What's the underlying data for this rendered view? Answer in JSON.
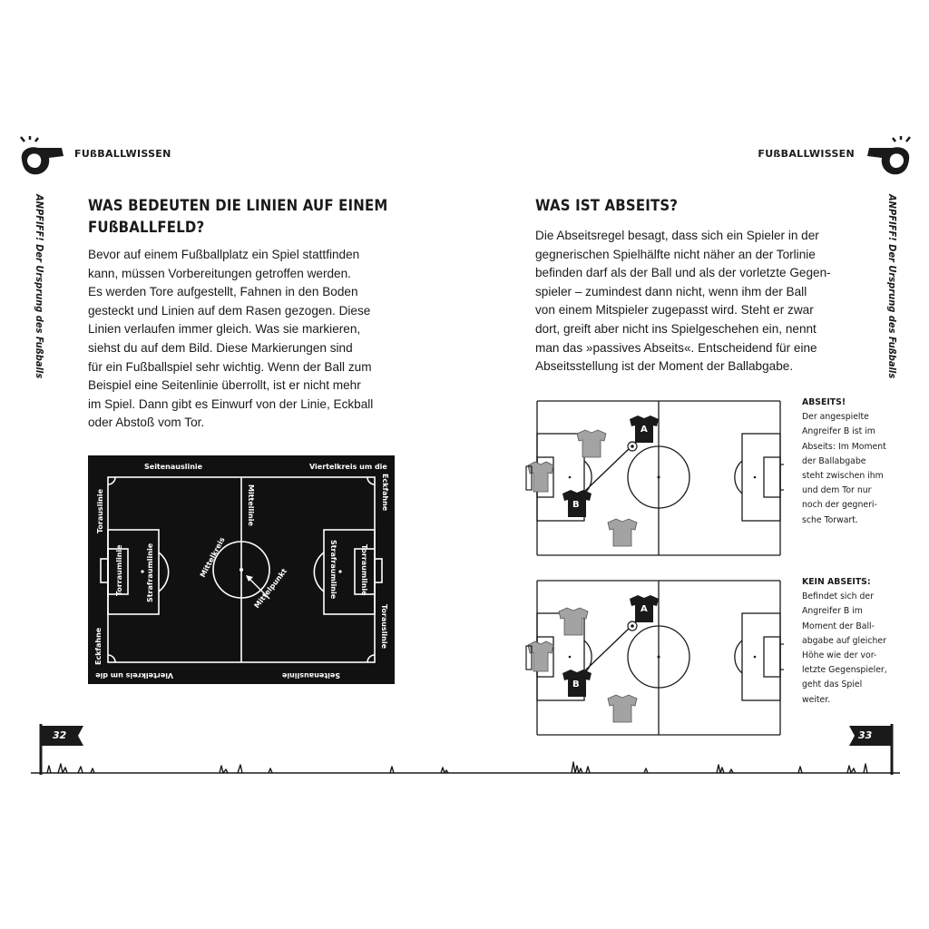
{
  "header": {
    "left_label": "FUßBALLWISSEN",
    "right_label": "FUßBALLWISSEN"
  },
  "chapter": {
    "left": "ANPFIFF! Der Ursprung des Fußballs",
    "right": "ANPFIFF! Der Ursprung des Fußballs"
  },
  "left_page": {
    "title_lines": [
      "WAS BEDEUTEN DIE LINIEN AUF EINEM",
      "FUßBALLFELD?"
    ],
    "body_lines": [
      "Bevor auf einem Fußballplatz ein Spiel stattfinden",
      "kann, müssen Vorbereitungen getroffen werden.",
      "Es werden Tore aufgestellt, Fahnen in den Boden",
      "gesteckt und Linien auf dem Rasen gezogen. Diese",
      "Linien verlaufen immer gleich. Was sie markieren,",
      "siehst du auf dem Bild. Diese Markierungen sind",
      "für ein Fußballspiel sehr wichtig. Wenn der Ball zum",
      "Beispiel eine Seitenlinie überrollt, ist er nicht mehr",
      "im Spiel. Dann gibt es Einwurf von der Linie, Eckball",
      "oder Abstoß vom Tor."
    ],
    "field_labels": {
      "seitenauslinie_top": "Seitenauslinie",
      "viertelkreis_top": "Viertelkreis um die",
      "eckfahne_right": "Eckfahne",
      "torauslinie_left": "Torauslinie",
      "torraumlinie_left": "Torraumlinie",
      "strafraumlinie_left": "Strafraumlinie",
      "mittellinie": "Mittellinie",
      "mittelkreis": "Mittelkreis",
      "mittelpunkt": "Mittelpunkt",
      "strafraumlinie_right": "Strafraumlinie",
      "torraumlinie_right": "Torraumlinie",
      "torauslinie_right": "Torauslinie",
      "eckfahne_left": "Eckfahne",
      "viertelkreis_bottom": "Viertelkreis um die",
      "seitenauslinie_bottom": "Seitenauslinie"
    },
    "page_number": "32"
  },
  "right_page": {
    "title": "WAS IST ABSEITS?",
    "body_lines": [
      "Die Abseitsregel besagt, dass sich ein Spieler in der",
      "gegnerischen Spielhälfte nicht näher an der Torlinie",
      "befinden darf als der Ball und als der vorletzte Gegen-",
      "spieler – zumindest dann nicht, wenn ihm der Ball",
      "von einem Mitspieler zugepasst wird. Steht er zwar",
      "dort, greift aber nicht ins Spielgeschehen ein, nennt",
      "man das »passives Abseits«. Entscheidend für eine",
      "Abseitsstellung ist der Moment der Ballabgabe."
    ],
    "diagram1": {
      "player_a": "A",
      "player_b": "B",
      "caption_title": "ABSEITS!",
      "caption_lines": [
        "Der angespielte",
        "Angreifer B ist im",
        "Abseits: Im Moment",
        "der Ballabgabe",
        "steht zwischen ihm",
        "und dem Tor nur",
        "noch der gegneri-",
        "sche Torwart."
      ]
    },
    "diagram2": {
      "player_a": "A",
      "player_b": "B",
      "caption_title": "KEIN ABSEITS:",
      "caption_lines": [
        "Befindet sich der",
        "Angreifer B im",
        "Moment der Ball-",
        "abgabe auf gleicher",
        "Höhe wie der vor-",
        "letzte Gegenspieler,",
        "geht das Spiel",
        "weiter."
      ]
    },
    "page_number": "33"
  },
  "colors": {
    "ink": "#1a1a1a",
    "field_black": "#111111",
    "jersey_grey": "#a3a3a3"
  }
}
